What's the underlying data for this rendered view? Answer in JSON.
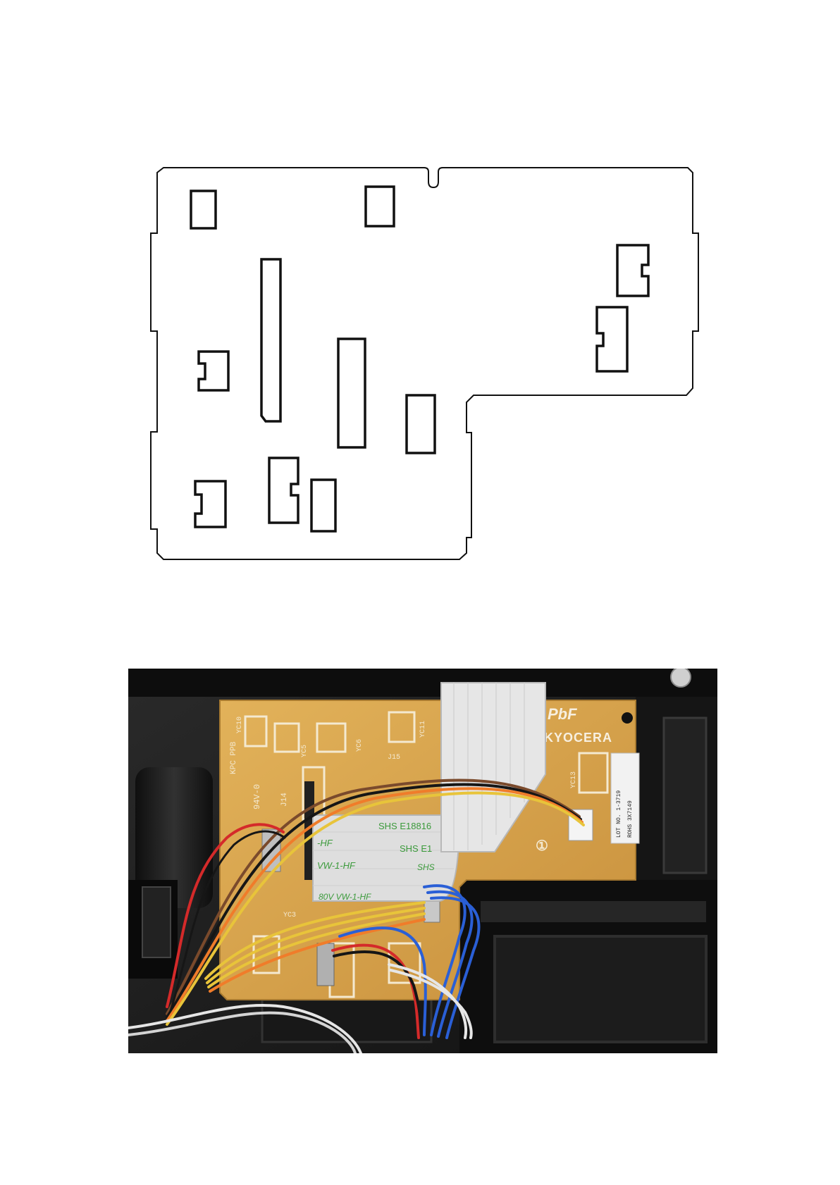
{
  "photo": {
    "board_logo_pb": "PbF",
    "board_brand": "KYOCERA",
    "board_markings": [
      "KPC PPB",
      "YC10",
      "YC5",
      "YC6",
      "YC11",
      "J15",
      "94V-0",
      "J14",
      "YC13",
      "YC3"
    ],
    "fpc_texts": [
      "SHS E18816",
      "SHS E1",
      "-HF",
      "VW-1-HF",
      "SHS",
      "80V VW-1-HF"
    ],
    "label_texts": [
      "LOT NO. 1-3719",
      "ROHS  3X7149"
    ],
    "circled_number": "①"
  },
  "colors": {
    "outline": "#111111",
    "pcb": "#d8a44a",
    "wire_orange": "#f07c2a",
    "wire_yellow": "#e8c43a",
    "wire_black": "#161616",
    "wire_brown": "#7a4a2c",
    "wire_red": "#d42a2a",
    "wire_blue": "#2a5fd6",
    "wire_white": "#e6e6e6"
  }
}
